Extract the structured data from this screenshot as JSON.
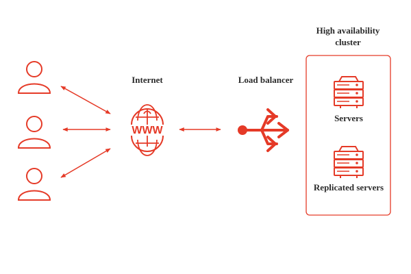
{
  "colors": {
    "accent": "#e53a27",
    "text": "#2b2b2b",
    "background": "#ffffff"
  },
  "diagram": {
    "internet_label": "Internet",
    "www_text": "WWW",
    "load_balancer_label": "Load balancer",
    "cluster": {
      "title_line1": "High availability",
      "title_line2": "cluster",
      "servers_label": "Servers",
      "replicated_servers_label": "Replicated servers"
    },
    "icons": {
      "users": [
        "user-icon",
        "user-icon",
        "user-icon"
      ],
      "internet": "globe-www-icon",
      "load_balancer": "load-balancer-icon",
      "servers": "server-stack-icon",
      "replicated_servers": "server-stack-icon"
    }
  }
}
